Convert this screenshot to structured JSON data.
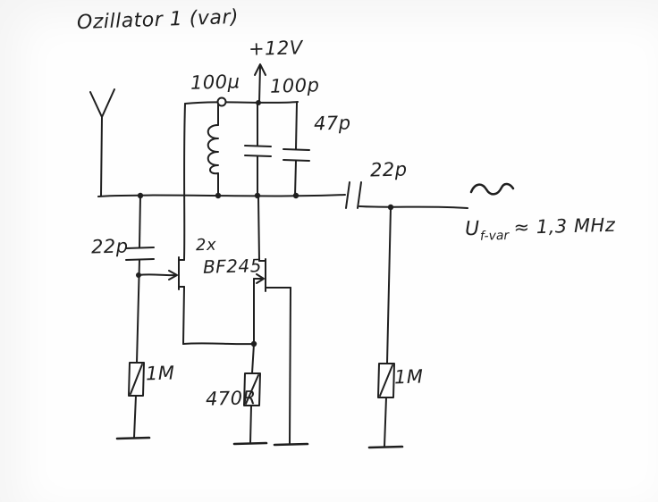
{
  "diagram": {
    "title": "Ozillator 1 (var)",
    "supply": {
      "label": "+12V"
    },
    "components": {
      "cap_bypass": "100μ",
      "cap_tank": "100p",
      "cap_feedback": "47p",
      "cap_coupling": "22p",
      "cap_gate": "22p",
      "transistors_qty": "2x",
      "transistors_type": "BF245",
      "res_gate_left": "1M",
      "res_source": "470R",
      "res_output": "1M"
    },
    "output": {
      "symbol": "U",
      "subscript": "f-var",
      "value": "≈ 1,3 MHz"
    },
    "colors": {
      "ink": "#1f1f1f",
      "paper": "#fefefe"
    }
  }
}
